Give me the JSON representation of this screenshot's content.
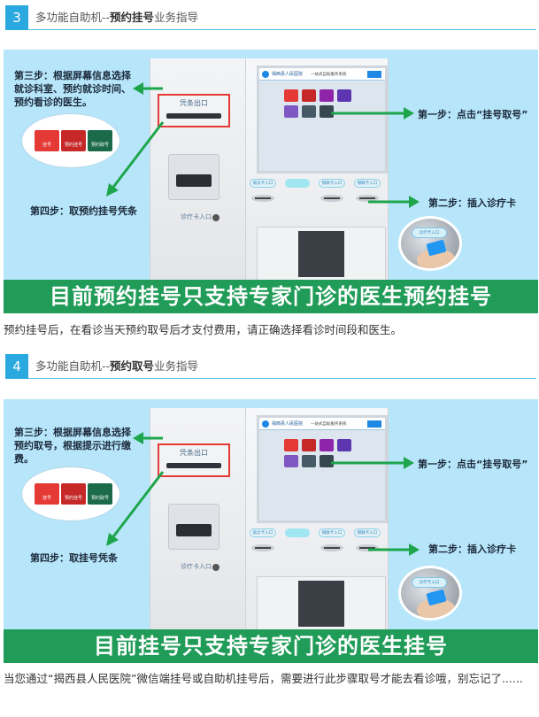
{
  "sections": [
    {
      "number": "3",
      "title_prefix": "多功能自助机--",
      "title_bold": "预约挂号",
      "title_suffix": "业务指导",
      "steps": {
        "step3": "第三步：根据屏幕信息选择就诊科室、预约就诊时间、预约看诊的医生。",
        "step1": "第一步：点击“挂号取号”",
        "step2": "第二步：插入诊疗卡",
        "step4": "第四步：取预约挂号凭条"
      },
      "banner": "目前预约挂号只支持专家门诊的医生预约挂号",
      "caption": "预约挂号后，在看诊当天预约取号后才支付费用，请正确选择看诊时间段和医生。"
    },
    {
      "number": "4",
      "title_prefix": "多功能自助机--",
      "title_bold": "预约取号",
      "title_suffix": "业务指导",
      "steps": {
        "step3": "第三步：根据屏幕信息选择预约取号，根据提示进行缴费。",
        "step1": "第一步：点击“挂号取号”",
        "step2": "第二步：插入诊疗卡",
        "step4": "第四步：取挂号凭条"
      },
      "banner": "目前挂号只支持专家门诊的医生挂号",
      "caption": "当您通过“揭西县人民医院”微信端挂号或自助机挂号后，需要进行此步骤取号才能去看诊哦，别忘记了......"
    }
  ],
  "kiosk": {
    "slip_label": "凭条出口",
    "card_label": "诊疗卡入口",
    "screen_title": "一站式自助服务系统",
    "bubble_items": [
      "挂号",
      "预约挂号",
      "预约取号"
    ]
  },
  "colors": {
    "accent": "#2aa9e0",
    "banner": "#219c58",
    "arrow": "#1ea54c",
    "highlight": "#e53935",
    "panel": "#b7e6fb"
  }
}
